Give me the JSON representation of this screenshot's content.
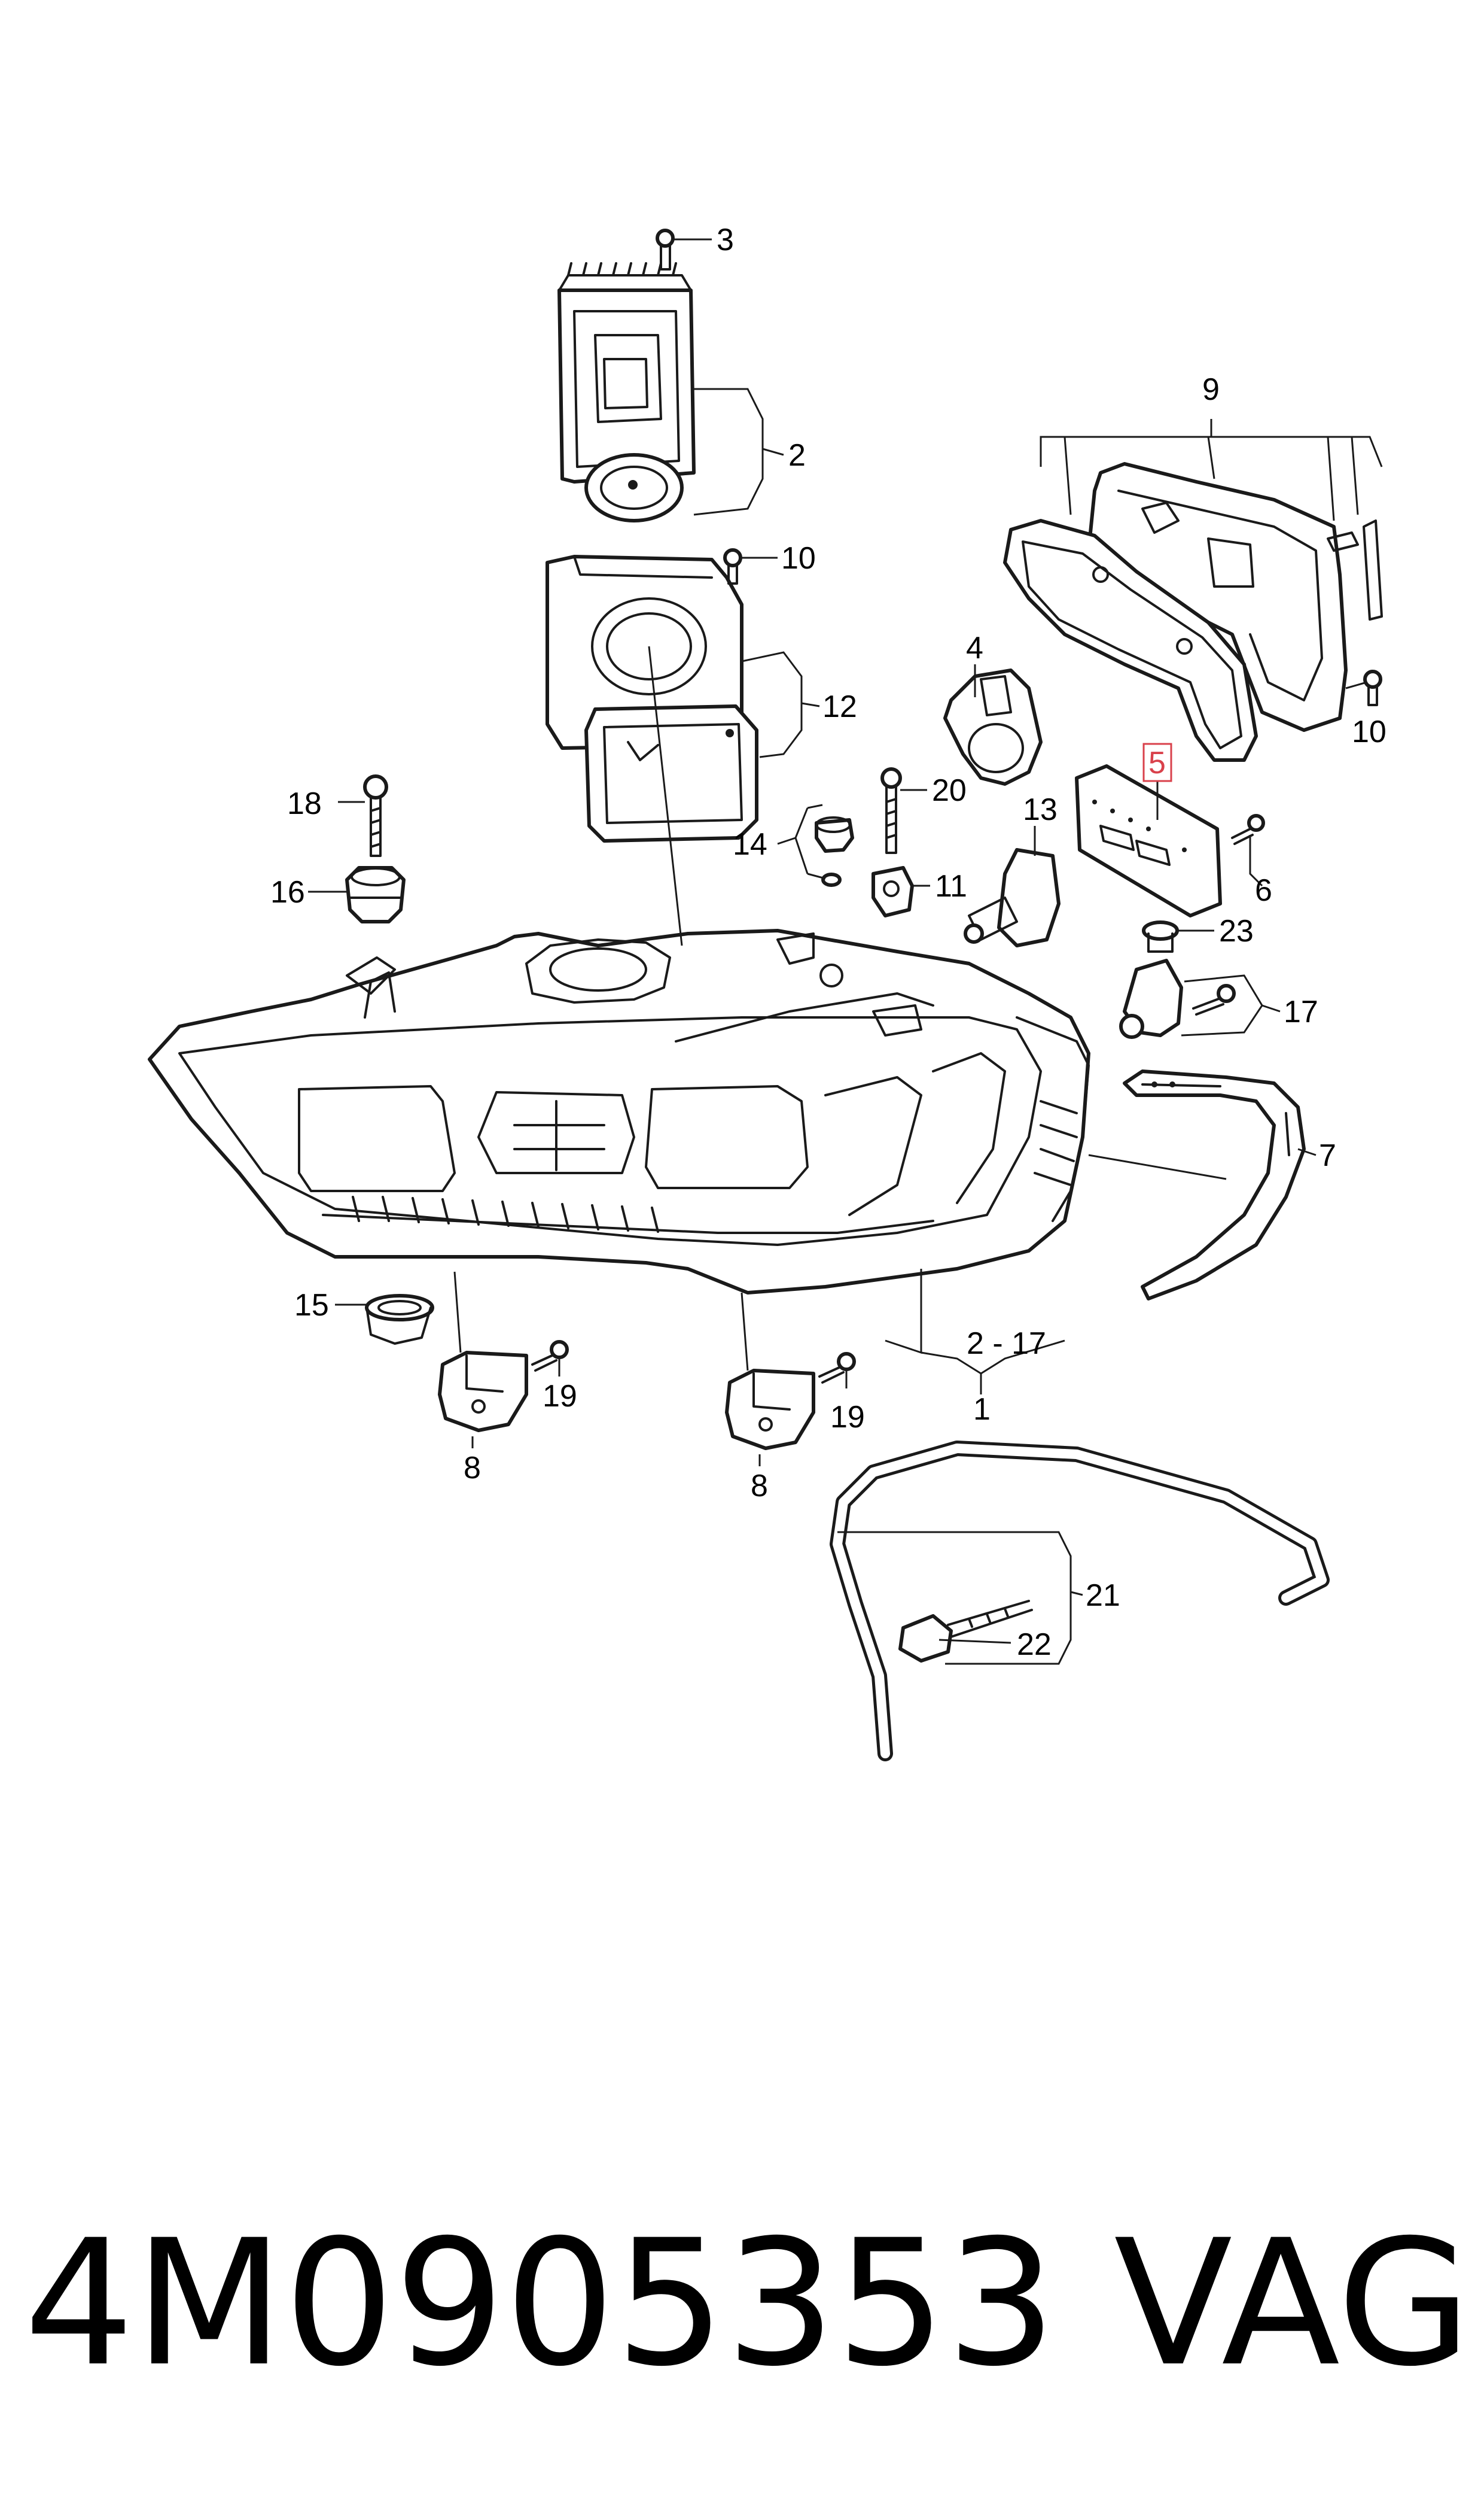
{
  "diagram": {
    "callouts": {
      "c1": "1",
      "c2": "2",
      "c2_17": "2 - 17",
      "c3": "3",
      "c4": "4",
      "c5": "5",
      "c6": "6",
      "c7": "7",
      "c8a": "8",
      "c8b": "8",
      "c9": "9",
      "c10a": "10",
      "c10b": "10",
      "c11": "11",
      "c12": "12",
      "c13": "13",
      "c14": "14",
      "c15": "15",
      "c16": "16",
      "c17": "17",
      "c18": "18",
      "c19a": "19",
      "c19b": "19",
      "c20": "20",
      "c21": "21",
      "c22": "22",
      "c23": "23"
    },
    "highlight_color": "#d9414b",
    "line_color": "#1a1a1a"
  },
  "caption": {
    "part_number": "4M0905353",
    "brand": "VAG"
  }
}
